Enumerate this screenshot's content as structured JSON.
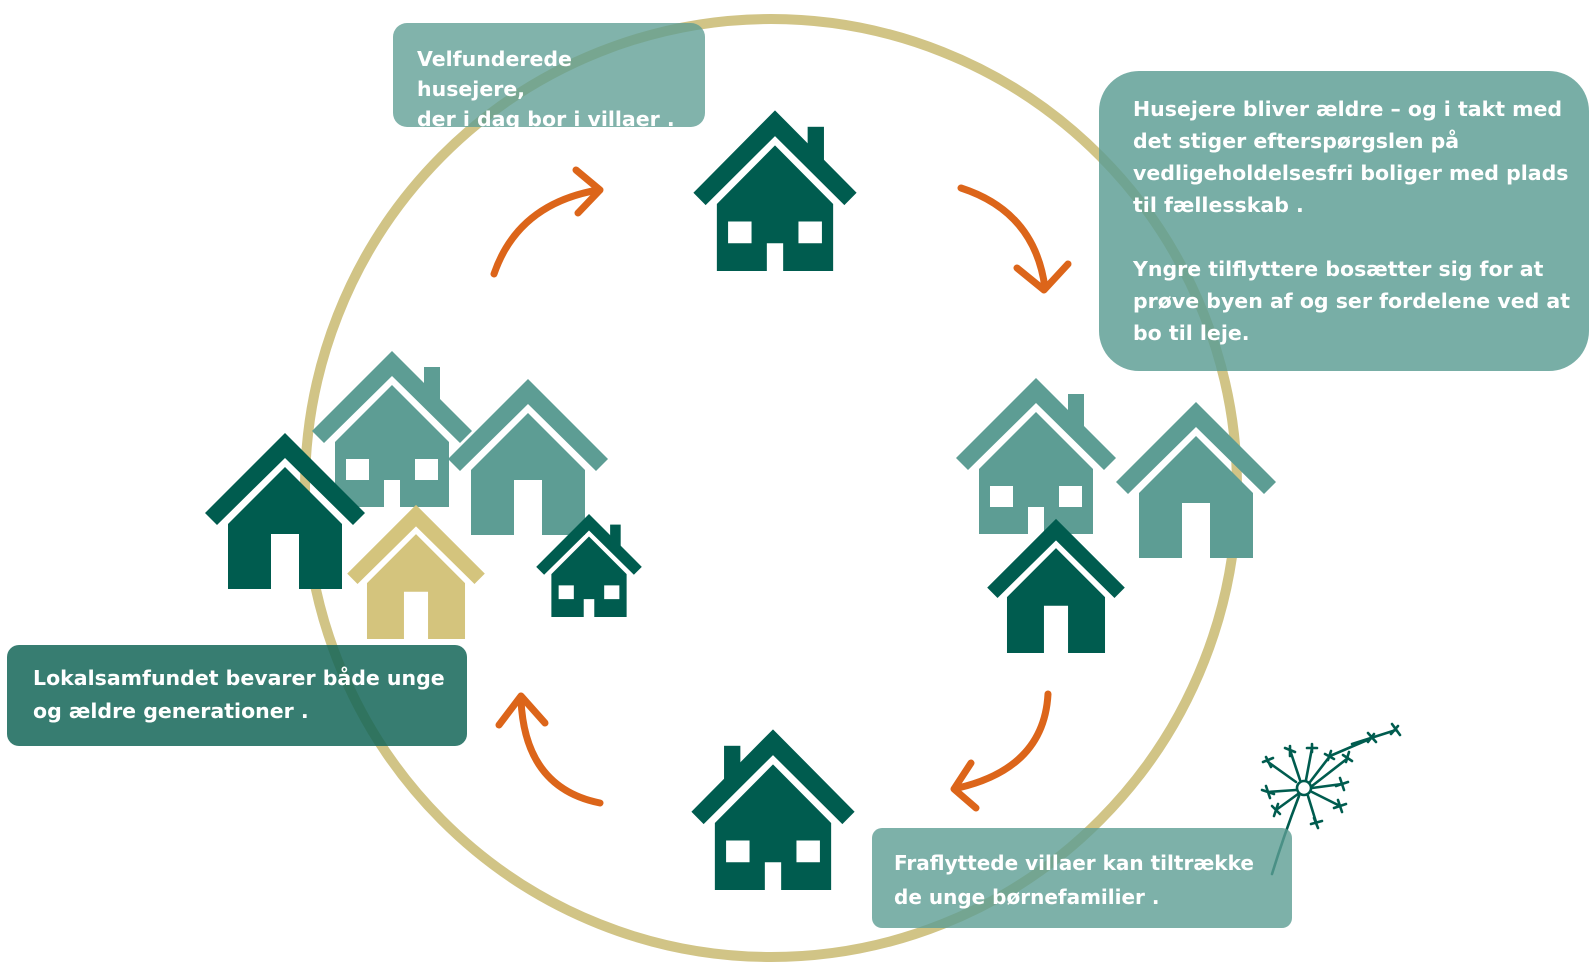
{
  "labels": {
    "top_left": [
      "Velfunderede husejere,",
      "der i dag bor i villaer ."
    ],
    "top_right_p1": [
      "Husejere bliver ældre – og i takt med",
      "det stiger efterspørgslen på",
      "vedligeholdelsesfri boliger med plads",
      "til fællesskab ."
    ],
    "top_right_p2": [
      "Yngre tilflyttere bosætter sig for at",
      "prøve byen af og ser fordelene ved at",
      "bo til leje."
    ],
    "bottom_left": [
      "Lokalsamfundet bevarer både unge",
      "og ældre generationer ."
    ],
    "bottom_right": [
      "Fraflyttede villaer kan tiltrække",
      "de unge børnefamilier ."
    ]
  },
  "colors": {
    "dark_green": "#005c4f",
    "teal": "#5d9d94",
    "gold": "#d4c47d",
    "ring": "#d1c486",
    "arrow": "#dc651a",
    "box_teal": "#5d9d94",
    "box_dark": "#146658"
  },
  "icons": [
    "house-icon",
    "arrow-icon",
    "dandelion-icon"
  ]
}
